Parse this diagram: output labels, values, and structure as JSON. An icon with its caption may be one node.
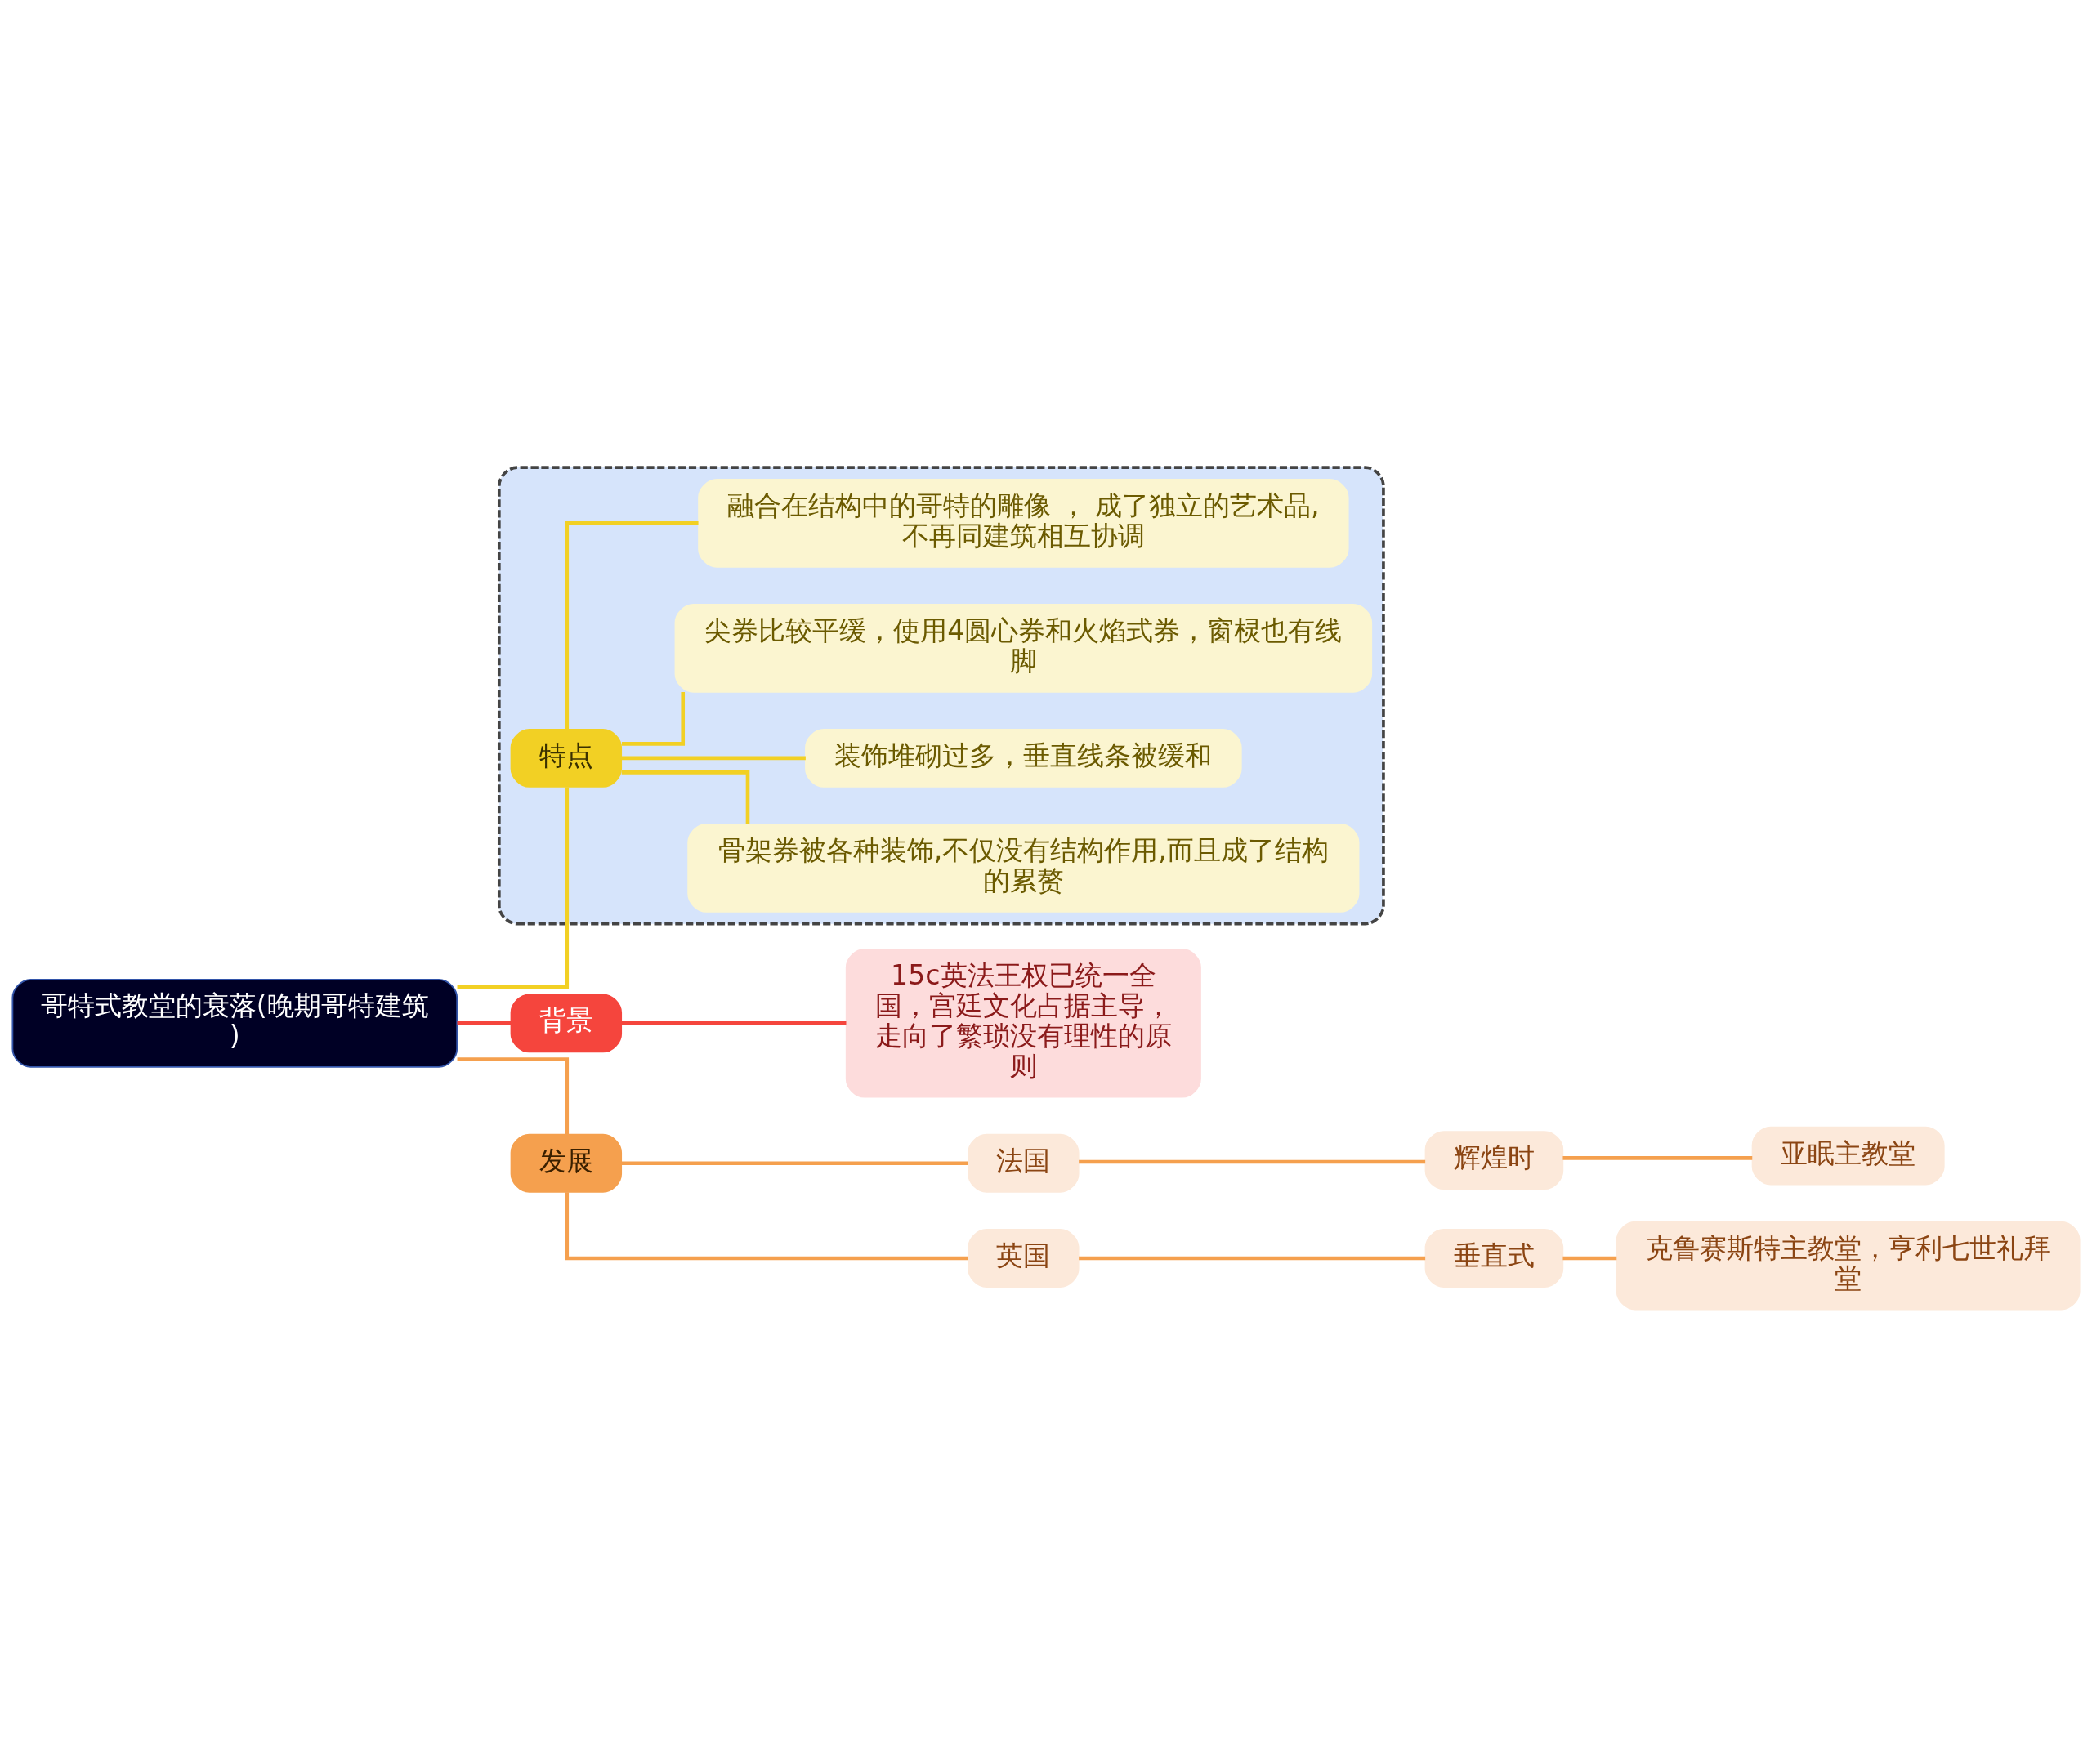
{
  "diagram": {
    "nodes": [
      {
        "text": [
          "哥特式教堂的衰落(晚期哥特建筑)"
        ]
      },
      {
        "text": [
          "背景"
        ]
      },
      {
        "text": [
          "15c英法王权已统一全国，宫廷文化占据主导，走向了繁琐没有理性的原则"
        ]
      },
      {
        "text": [
          "发展"
        ]
      },
      {
        "text": [
          "法国"
        ]
      },
      {
        "text": [
          "辉煌时"
        ]
      },
      {
        "text": [
          "亚眠主教堂"
        ]
      },
      {
        "text": [
          "英国"
        ]
      },
      {
        "text": [
          "垂直式"
        ]
      },
      {
        "text": [
          "克鲁赛斯特主教堂，亨利七世礼拜堂"
        ]
      },
      {
        "text": [],
        "shape": "box"
      },
      {
        "text": [
          "特点"
        ],
        "in": 10
      },
      {
        "text": [
          "骨架券被各种装饰,不仅没有结构作用,而且成了结构的累赘"
        ],
        "in": 10
      },
      {
        "text": [
          "装饰堆砌过多，垂直线条被缓和"
        ],
        "in": 10
      },
      {
        "text": [
          "尖券比较平缓，使用4圆心券和火焰式券，窗棂也有线脚"
        ],
        "in": 10
      },
      {
        "text": [
          "融合在结构中的哥特的雕像 ， 成了独立的艺术品,不再同建筑相互协调"
        ],
        "in": 10
      }
    ],
    "edges": [
      {
        "from": 0,
        "to": 1,
        "arrow": "none",
        "color": "#f5453d"
      },
      {
        "from": 1,
        "to": 2,
        "arrow": "none",
        "color": "#f5453d"
      },
      {
        "from": 0,
        "to": 3,
        "arrow": "none"
      },
      {
        "from": 3,
        "to": 4,
        "arrow": "none"
      },
      {
        "from": 4,
        "to": 5,
        "arrow": "none"
      },
      {
        "from": 5,
        "to": 6,
        "arrow": "none"
      },
      {
        "from": 3,
        "to": 7,
        "arrow": "none"
      },
      {
        "from": 7,
        "to": 8,
        "arrow": "none"
      },
      {
        "from": 8,
        "to": 9,
        "arrow": "none"
      },
      {
        "from": 0,
        "to": 11,
        "arrow": "none",
        "color": "#f2d024"
      },
      {
        "from": 11,
        "to": 12,
        "arrow": "none",
        "color": "#f2d024"
      },
      {
        "from": 11,
        "to": 13,
        "arrow": "none",
        "color": "#f2d024"
      },
      {
        "from": 11,
        "to": 14,
        "arrow": "none",
        "color": "#f2d024"
      },
      {
        "from": 11,
        "to": 15,
        "arrow": "none",
        "color": "#f2d024"
      }
    ]
  }
}
